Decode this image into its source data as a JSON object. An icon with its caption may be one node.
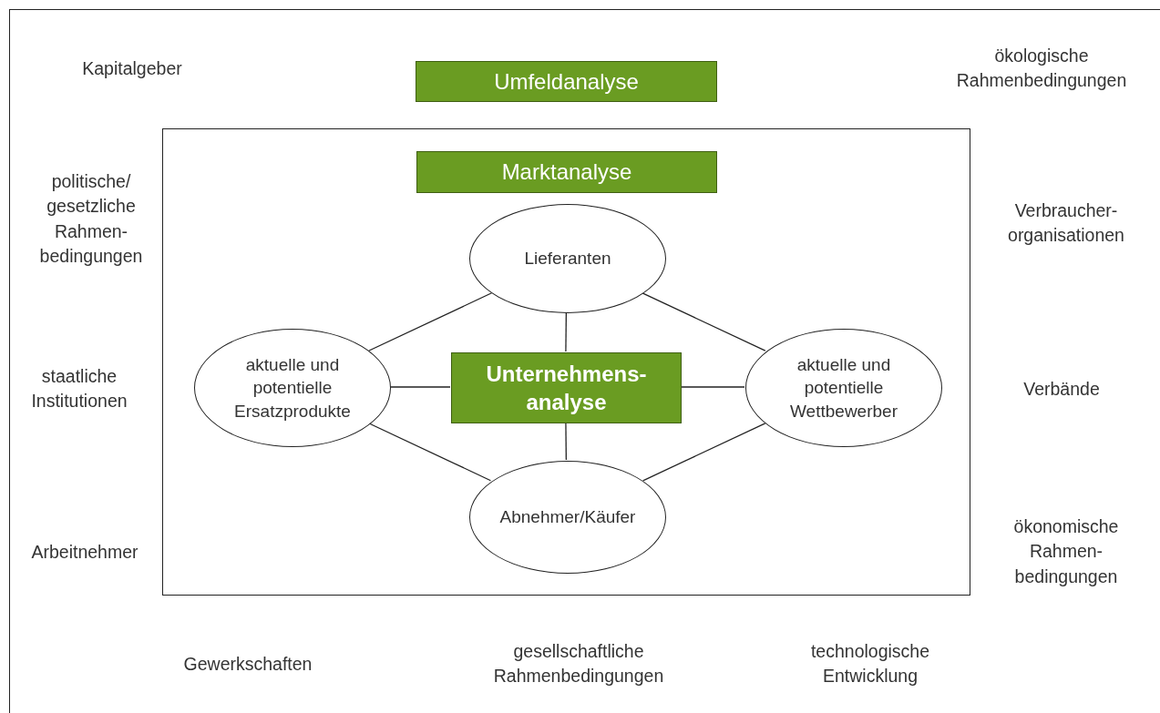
{
  "diagram": {
    "nodes": [
      {
        "text": [
          "Umfeldanalyse"
        ]
      },
      {
        "text": [],
        "shape": "box"
      },
      {
        "text": [
          "Marktanalyse"
        ],
        "in": 1
      },
      {
        "text": [
          "Lieferanten"
        ],
        "in": 1
      },
      {
        "text": [
          "aktuelle und potentielle Ersatzprodukte"
        ],
        "in": 1
      },
      {
        "text": [
          "Unternehmens- analyse"
        ],
        "in": 1
      },
      {
        "text": [
          "aktuelle und potentielle Wettbewerber"
        ],
        "in": 1
      },
      {
        "text": [
          "Abnehmer/Käufer"
        ],
        "in": 1
      }
    ],
    "edges": [
      {
        "from": 3,
        "to": 4,
        "arrow": "none"
      },
      {
        "from": 3,
        "to": 6,
        "arrow": "none"
      },
      {
        "from": 3,
        "to": 5,
        "arrow": "none"
      },
      {
        "from": 4,
        "to": 5,
        "arrow": "none"
      },
      {
        "from": 5,
        "to": 6,
        "arrow": "none"
      },
      {
        "from": 5,
        "to": 7,
        "arrow": "none"
      },
      {
        "from": 4,
        "to": 7,
        "arrow": "none"
      },
      {
        "from": 6,
        "to": 7,
        "arrow": "none"
      }
    ],
    "labels": [
      "Kapitalgeber",
      "ökologische Rahmenbedingungen",
      "politische/ gesetzliche Rahmen- bedingungen",
      "Verbraucher- organisationen",
      "staatliche Institutionen",
      "Verbände",
      "Arbeitnehmer",
      "ökonomische Rahmen- bedingungen",
      "Gewerkschaften",
      "gesellschaftliche Rahmenbedingungen",
      "technologische Entwicklung"
    ]
  }
}
